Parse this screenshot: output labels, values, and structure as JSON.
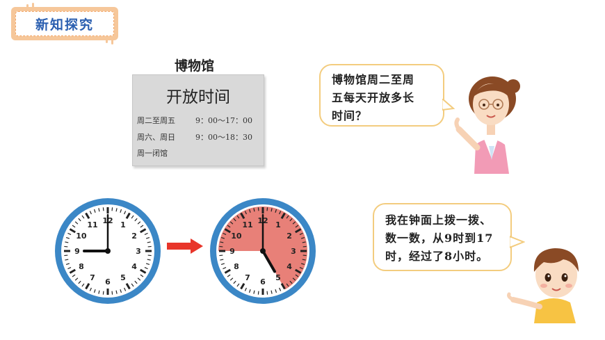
{
  "header": {
    "badge_label": "新知探究"
  },
  "museum": {
    "title": "博物馆",
    "board_title": "开放时间",
    "rows": [
      {
        "days": "周二至周五",
        "hours": "9：00～17：00"
      },
      {
        "days": "周六、周日",
        "hours": "9：00～18：30"
      },
      {
        "days": "周一闭馆",
        "hours": ""
      }
    ]
  },
  "teacher_bubble": {
    "lines": [
      "博物馆周二至周",
      "五每天开放多长",
      "时间？"
    ]
  },
  "boy_bubble": {
    "lines": [
      "我在钟面上拨一拨、",
      "数一数，从9时到17",
      "时，经过了8小时。"
    ]
  },
  "clock_numbers": [
    "12",
    "1",
    "2",
    "3",
    "4",
    "5",
    "6",
    "7",
    "8",
    "9",
    "10",
    "11"
  ],
  "clock_start": {
    "hour": 9,
    "minute": 0
  },
  "clock_end": {
    "hour": 17,
    "minute": 0,
    "elapsed_hours": 8
  },
  "colors": {
    "clock_ring": "#3b87c6",
    "clock_rim": "#ffffff",
    "elapsed_fill": "#e88078",
    "arrow": "#e8352a",
    "bubble_border": "#f3cc7e",
    "badge_text": "#2b5fb0"
  },
  "icons": {
    "arrow": "right-arrow-icon",
    "teacher": "teacher-character-icon",
    "boy": "boy-character-icon"
  }
}
